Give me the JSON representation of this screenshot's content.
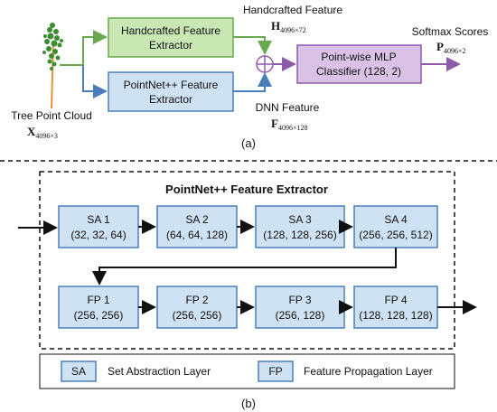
{
  "top": {
    "tree_label": "Tree Point Cloud",
    "tree_math_main": "X",
    "tree_math_sub": "4096×3",
    "handcrafted_box": [
      "Handcrafted Feature",
      "Extractor"
    ],
    "pointnet_box": [
      "PointNet++ Feature",
      "Extractor"
    ],
    "handcrafted_feature_label": "Handcrafted Feature",
    "handcrafted_math_main": "H",
    "handcrafted_math_sub": "4096×72",
    "dnn_feature_label": "DNN Feature",
    "dnn_math_main": "F",
    "dnn_math_sub": "4096×128",
    "mlp_box": [
      "Point-wise MLP",
      "Classifier (128, 2)"
    ],
    "softmax_label": "Softmax Scores",
    "softmax_math_main": "P",
    "softmax_math_sub": "4096×2",
    "caption": "(a)"
  },
  "bottom": {
    "title": "PointNet++ Feature Extractor",
    "sa_blocks": [
      {
        "name": "SA 1",
        "params": "(32, 32, 64)"
      },
      {
        "name": "SA 2",
        "params": "(64, 64, 128)"
      },
      {
        "name": "SA 3",
        "params": "(128, 128, 256)"
      },
      {
        "name": "SA 4",
        "params": "(256, 256, 512)"
      }
    ],
    "fp_blocks": [
      {
        "name": "FP 1",
        "params": "(256, 256)"
      },
      {
        "name": "FP 2",
        "params": "(256, 256)"
      },
      {
        "name": "FP 3",
        "params": "(256, 128)"
      },
      {
        "name": "FP 4",
        "params": "(128, 128, 128)"
      }
    ],
    "legend": [
      {
        "key": "SA",
        "label": "Set Abstraction Layer"
      },
      {
        "key": "FP",
        "label": "Feature Propagation Layer"
      }
    ],
    "caption": "(b)"
  },
  "colors": {
    "green_fill": "#c9e7b3",
    "green_stroke": "#6aa84f",
    "blue_fill": "#cfe2f3",
    "blue_stroke": "#4a7ebb",
    "purple_fill": "#d9c2e6",
    "purple_stroke": "#8e5aa8",
    "arrow_dark": "#111111"
  }
}
